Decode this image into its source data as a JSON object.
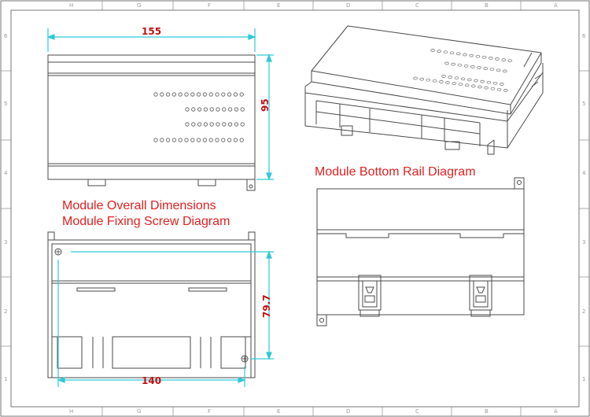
{
  "labels": {
    "overall": "Module Overall Dimensions",
    "screw": "Module Fixing Screw Diagram",
    "rail": "Module Bottom Rail Diagram"
  },
  "dimensions": {
    "width_top": "155",
    "height_top": "95",
    "height_screw": "79.7",
    "width_screw": "140"
  },
  "border": {
    "top_letters": [
      "H",
      "G",
      "F",
      "E",
      "D",
      "C",
      "B",
      "A"
    ],
    "bottom_letters": [
      "H",
      "G",
      "F",
      "E",
      "D",
      "C",
      "B",
      "A"
    ],
    "side_numbers": [
      "6",
      "5",
      "4",
      "3",
      "2",
      "1"
    ]
  },
  "colors": {
    "line": "#4a4a4a",
    "dimension": "#2fc9d8",
    "title": "#e02020",
    "dimension_text": "#c41010"
  }
}
